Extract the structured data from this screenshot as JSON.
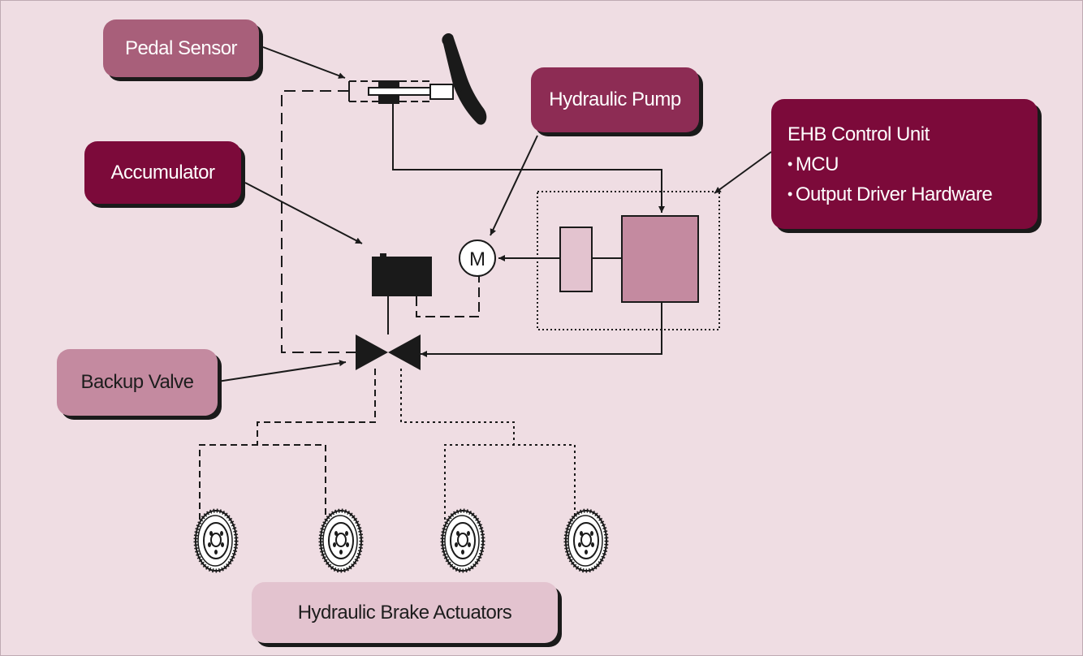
{
  "colors": {
    "background": "#efdde3",
    "label_mid": "#a85f7a",
    "label_dark": "#7c0a3a",
    "label_rose": "#8d2c54",
    "label_pink": "#c48aa0",
    "label_light": "#e3c3cf",
    "unit_fill": "#c48aa0",
    "small_module_fill": "#e3c3cf",
    "line": "#1a1a1a"
  },
  "labels": {
    "pedal_sensor": "Pedal Sensor",
    "hydraulic_pump": "Hydraulic Pump",
    "accumulator": "Accumulator",
    "ehb_title": "EHB Control Unit",
    "ehb_items": [
      "MCU",
      "Output Driver Hardware"
    ],
    "bullet": "•",
    "backup_valve": "Backup Valve",
    "brake_actuators": "Hydraulic Brake Actuators"
  },
  "motor_symbol": "M",
  "icons": [
    "brake-pedal-icon",
    "master-cylinder-icon",
    "accumulator-icon",
    "motor-icon",
    "valve-icon",
    "wheel-icon"
  ]
}
